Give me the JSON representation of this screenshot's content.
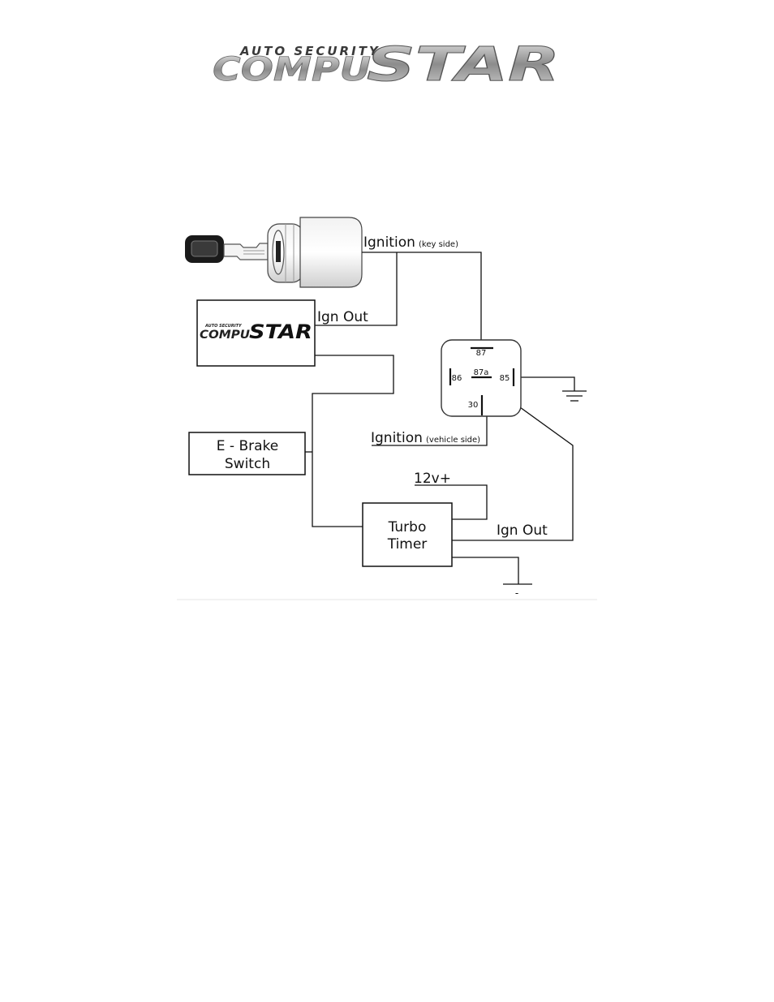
{
  "header_logo": {
    "top_text": "AUTO SECURITY",
    "left_text": "COMPU",
    "right_text": "STAR"
  },
  "diagram": {
    "key_ignition_label": "Ignition",
    "key_ignition_sub": "(key side)",
    "module_logo_small": "AUTO SECURITY",
    "module_logo_left": "COMPU",
    "module_logo_right": "STAR",
    "module_ign_out": "Ign Out",
    "relay_pins": {
      "p87": "87",
      "p86": "86",
      "p87a": "87a",
      "p85": "85",
      "p30": "30"
    },
    "vehicle_ignition_label": "Ignition",
    "vehicle_ignition_sub": "(vehicle side)",
    "ebrake_line1": "E - Brake",
    "ebrake_line2": "Switch",
    "power_label": "12v+",
    "turbo_line1": "Turbo",
    "turbo_line2": "Timer",
    "turbo_ign_out": "Ign Out",
    "ground_minus": "-"
  },
  "colors": {
    "line": "#111111",
    "logo_silver": "#9a9a9a",
    "logo_dark": "#333333"
  }
}
